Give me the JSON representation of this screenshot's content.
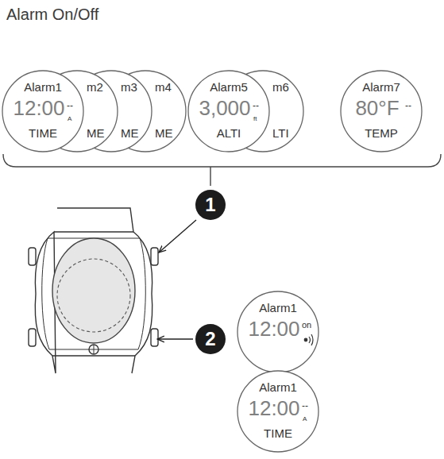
{
  "diagram": {
    "title": "Alarm On/Off",
    "nodes": [
      {
        "text": [
          "Alarm1",
          "12:00",
          "--",
          "A",
          "TIME"
        ]
      },
      {
        "text": [
          "m2",
          "ME"
        ]
      },
      {
        "text": [
          "m3",
          "ME"
        ]
      },
      {
        "text": [
          "m4",
          "ME"
        ]
      },
      {
        "text": [
          "Alarm5",
          "3,000",
          "--",
          "ft",
          "ALTI"
        ]
      },
      {
        "text": [
          "m6",
          "LTI"
        ]
      },
      {
        "text": [
          "Alarm7",
          "80°F",
          "--",
          "TEMP"
        ]
      },
      {
        "text": [
          "1"
        ]
      },
      {
        "text": [
          "2"
        ]
      },
      {
        "text": [
          "Alarm1",
          "12:00",
          "on"
        ]
      },
      {
        "text": [
          "Alarm1",
          "12:00",
          "--",
          "A",
          "TIME"
        ]
      }
    ]
  }
}
